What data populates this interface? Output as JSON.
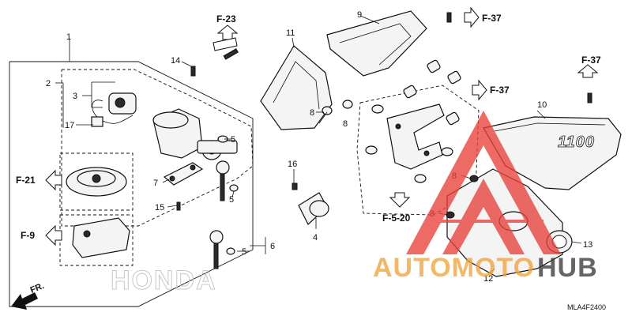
{
  "callouts": {
    "c1": "1",
    "c2": "2",
    "c3": "3",
    "c4": "4",
    "c5a": "5",
    "c5b": "5",
    "c5c": "5",
    "c6": "6",
    "c7": "7",
    "c8a": "8",
    "c8b": "8",
    "c8c": "8",
    "c8d": "8",
    "c9": "9",
    "c10": "10",
    "c11": "11",
    "c12": "12",
    "c13": "13",
    "c14": "14",
    "c15": "15",
    "c16": "16",
    "c17": "17"
  },
  "references": {
    "f23": "F-23",
    "f37a": "F-37",
    "f37b": "F-37",
    "f37c": "F-37",
    "f21": "F-21",
    "f9": "F-9",
    "f520": "F-5-20"
  },
  "front_label": "FR.",
  "cover_badge": "1100",
  "brand_watermark": "HONDA",
  "logo": {
    "part1": "AUTOMOTO",
    "part2": "HUB"
  },
  "diagram_code": "MLA4F2400",
  "colors": {
    "logo_red": "#e8413b",
    "logo_orange": "#f2a33a",
    "logo_dark": "#3a3a3a"
  }
}
